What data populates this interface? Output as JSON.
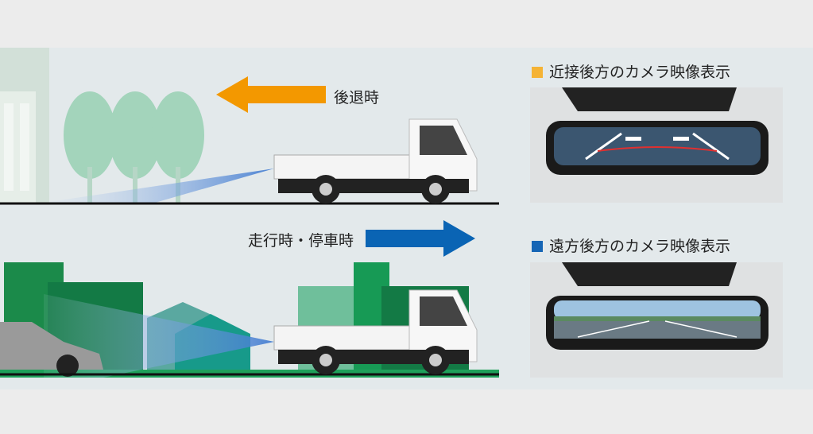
{
  "top_scene": {
    "label": "後退時",
    "arrow_color": "#f39800"
  },
  "bottom_scene": {
    "label": "走行時・停車時",
    "arrow_color": "#0a64b4"
  },
  "near_view": {
    "title": "近接後方のカメラ映像表示",
    "marker_color": "#f5b335"
  },
  "far_view": {
    "title": "遠方後方のカメラ映像表示",
    "marker_color": "#1565b5"
  }
}
